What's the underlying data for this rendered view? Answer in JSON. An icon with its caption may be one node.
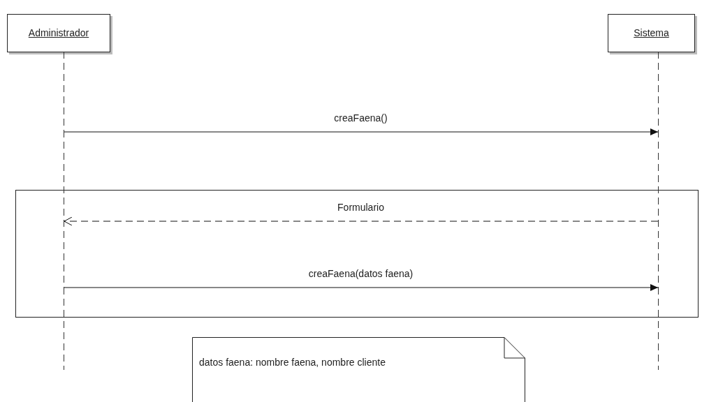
{
  "diagram": {
    "nodes": [
      {
        "text": [
          "Administrador"
        ]
      },
      {
        "text": [
          "Sistema"
        ]
      },
      {
        "text": [],
        "shape": "line"
      },
      {
        "text": [],
        "shape": "line"
      },
      {
        "text": [
          "datos faena: nombre faena, nombre cliente"
        ]
      }
    ],
    "edges": [
      {
        "from": 2,
        "to": 3,
        "arrow": "to",
        "label": "creaFaena()"
      },
      {
        "from": 3,
        "to": 2,
        "arrow": "to",
        "label": "Formulario",
        "style": "dashed"
      },
      {
        "from": 2,
        "to": 3,
        "arrow": "to",
        "label": "creaFaena(datos faena)"
      }
    ]
  }
}
